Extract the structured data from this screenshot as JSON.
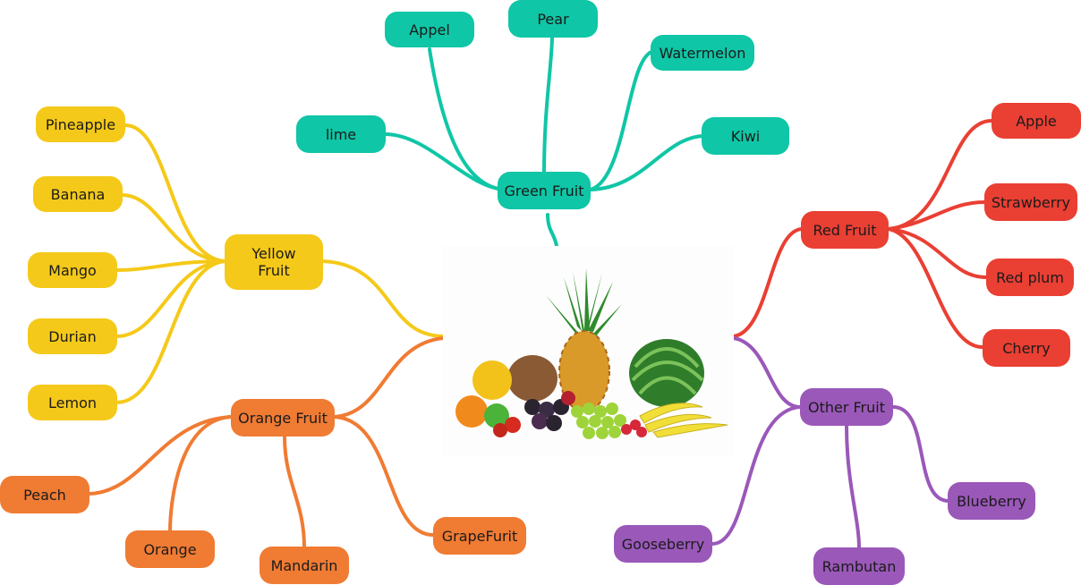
{
  "colors": {
    "green": "#0fc6a6",
    "yellow": "#f5c919",
    "orange": "#f07b33",
    "red": "#ea3f33",
    "purple": "#9a58b9"
  },
  "center": {
    "image": "fruit-assortment-illustration"
  },
  "branches": {
    "green": {
      "label": "Green Fruit",
      "children": [
        "Appel",
        "Pear",
        "Watermelon",
        "lime",
        "Kiwi"
      ]
    },
    "yellow": {
      "label": "Yellow Fruit",
      "children": [
        "Pineapple",
        "Banana",
        "Mango",
        "Durian",
        "Lemon"
      ]
    },
    "orange": {
      "label": "Orange Fruit",
      "children": [
        "Peach",
        "Orange",
        "Mandarin",
        "GrapeFurit"
      ]
    },
    "red": {
      "label": "Red Fruit",
      "children": [
        "Apple",
        "Strawberry",
        "Red plum",
        "Cherry"
      ]
    },
    "other": {
      "label": "Other Fruit",
      "children": [
        "Blueberry",
        "Gooseberry",
        "Rambutan"
      ]
    }
  }
}
